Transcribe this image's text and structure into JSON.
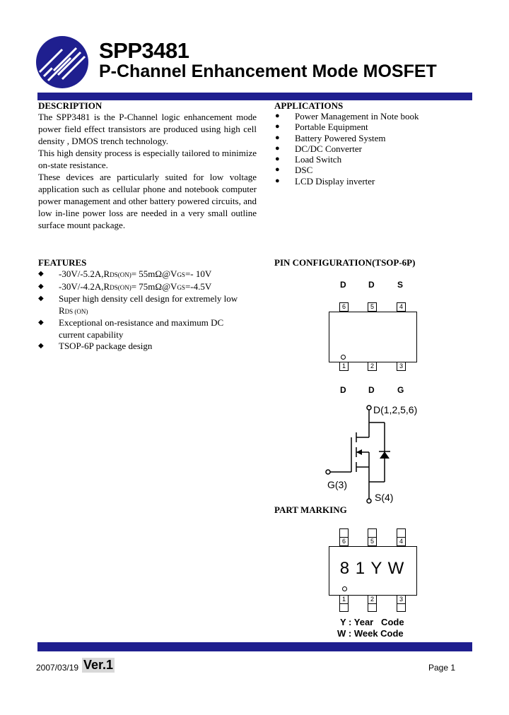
{
  "header": {
    "part_number": "SPP3481",
    "subtitle": "P-Channel Enhancement Mode MOSFET"
  },
  "description": {
    "heading": "DESCRIPTION",
    "paragraphs": [
      "The SPP3481 is the P-Channel logic enhancement mode power field effect transistors are produced using high cell density , DMOS trench technology.",
      "This high density process is especially tailored to minimize on-state resistance.",
      "These devices are particularly suited for low voltage application such as cellular phone and notebook computer power management and other battery powered circuits, and low in-line power loss are needed in a very small outline surface mount package."
    ]
  },
  "applications": {
    "heading": "APPLICATIONS",
    "items": [
      "Power Management in Note book",
      "Portable Equipment",
      "Battery Powered System",
      "DC/DC Converter",
      "Load Switch",
      "DSC",
      "LCD Display inverter"
    ]
  },
  "features": {
    "heading": "FEATURES",
    "items": [
      {
        "pre": "-30V/-5.2A,R",
        "sub": "DS(ON)",
        "post": "= 55mΩ@V",
        "sub2": "GS",
        "post2": "=- 10V"
      },
      {
        "pre": "-30V/-4.2A,R",
        "sub": "DS(ON)",
        "post": "= 75mΩ@V",
        "sub2": "GS",
        "post2": "=-4.5V"
      },
      {
        "pre": "Super high density cell design for extremely low R",
        "sub": "DS (ON)",
        "post": "",
        "sub2": "",
        "post2": ""
      },
      {
        "pre": "Exceptional on-resistance and maximum DC current capability",
        "sub": "",
        "post": "",
        "sub2": "",
        "post2": ""
      },
      {
        "pre": "TSOP-6P package design",
        "sub": "",
        "post": "",
        "sub2": "",
        "post2": ""
      }
    ]
  },
  "pin_config": {
    "heading": "PIN CONFIGURATION(TSOP-6P)",
    "top_labels": [
      "D",
      "D",
      "S"
    ],
    "top_numbers": [
      "6",
      "5",
      "4"
    ],
    "bottom_numbers": [
      "1",
      "2",
      "3"
    ],
    "bottom_labels": [
      "D",
      "D",
      "G"
    ]
  },
  "schematic": {
    "drain_label": "D(1,2,5,6)",
    "gate_label": "G(3)",
    "source_label": "S(4)"
  },
  "part_marking": {
    "heading": "PART MARKING",
    "top_numbers": [
      "6",
      "5",
      "4"
    ],
    "bottom_numbers": [
      "1",
      "2",
      "3"
    ],
    "code": "8 1 Y W",
    "legend": [
      "Y : Year   Code",
      "W : Week Code"
    ]
  },
  "footer": {
    "date": "2007/03/19",
    "version": "Ver.1",
    "page": "Page 1"
  },
  "colors": {
    "bar": "#1f1f8f",
    "logo": "#1f1f8f"
  }
}
